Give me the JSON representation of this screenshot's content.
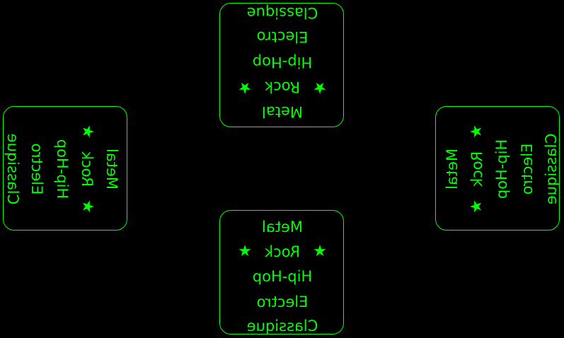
{
  "menu": {
    "items": [
      "Metal",
      "Rock",
      "Hip-Hop",
      "Electro",
      "Classique"
    ],
    "selected_index": 1,
    "selected_marker": "star-icon",
    "accent_color": "#00ff00",
    "background_color": "#000000"
  }
}
